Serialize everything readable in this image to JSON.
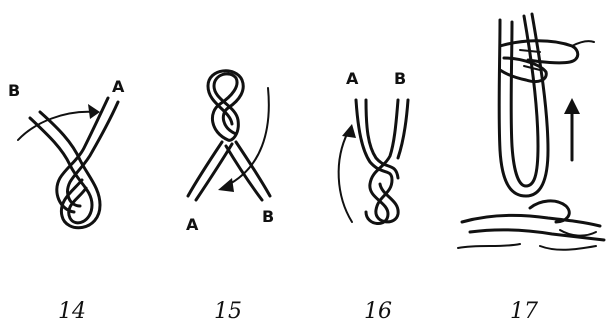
{
  "figures": [
    {
      "number": "14",
      "labels": {
        "left": "B",
        "right": "A"
      }
    },
    {
      "number": "15",
      "labels": {
        "left": "A",
        "right": "B"
      }
    },
    {
      "number": "16",
      "labels": {
        "left": "A",
        "right": "B"
      }
    },
    {
      "number": "17"
    }
  ],
  "colors": {
    "ink": "#111111",
    "background": "#ffffff"
  },
  "icons": [
    "arrow-icon",
    "hand-icon"
  ]
}
